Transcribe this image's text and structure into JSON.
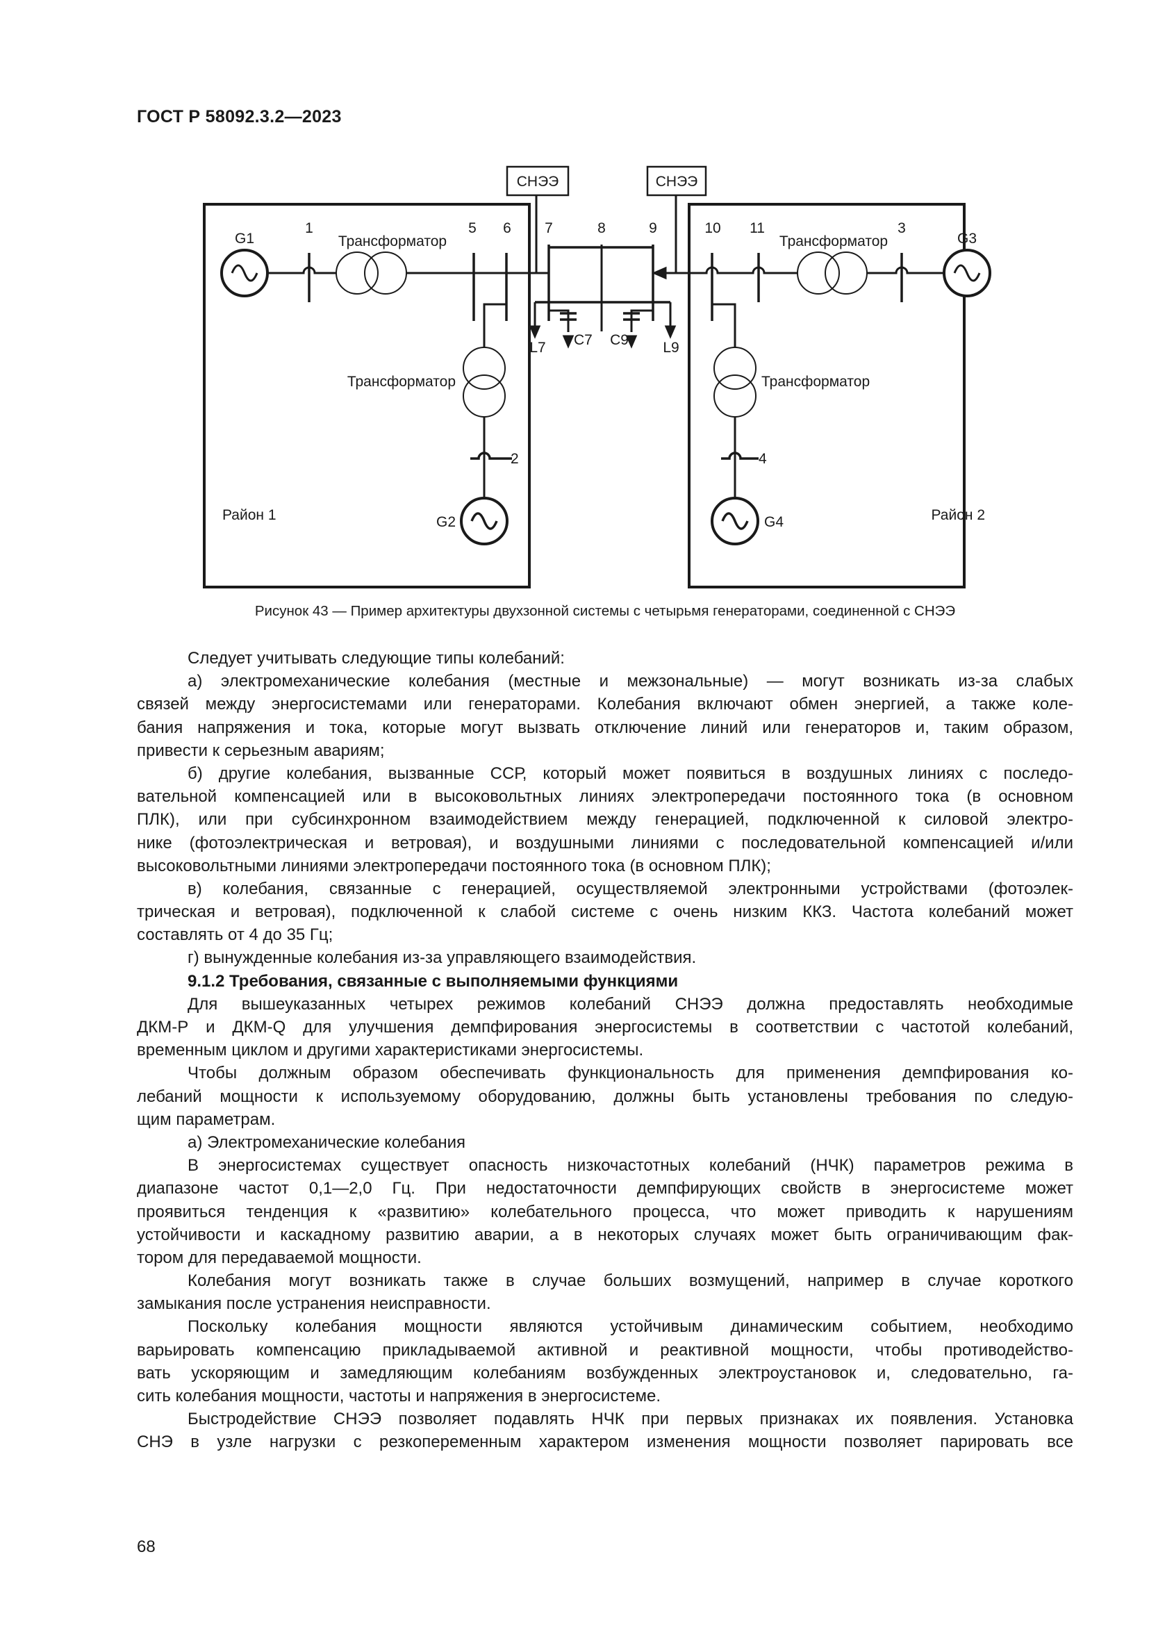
{
  "header": {
    "doc_id": "ГОСТ Р 58092.3.2—2023"
  },
  "figure": {
    "storage_labels": [
      "СНЭЭ",
      "СНЭЭ"
    ],
    "generators": [
      "G1",
      "G2",
      "G3",
      "G4"
    ],
    "buses": [
      "1",
      "2",
      "3",
      "4",
      "5",
      "6",
      "7",
      "8",
      "9",
      "10",
      "11"
    ],
    "transformer_label": "Трансформатор",
    "loads": [
      "L7",
      "L9"
    ],
    "capacitors": [
      "C7",
      "C9"
    ],
    "areas": [
      "Район 1",
      "Район 2"
    ],
    "caption": "Рисунок 43 — Пример архитектуры двухзонной системы с четырьмя генераторами, соединенной с СНЭЭ"
  },
  "paragraphs": [
    {
      "lines": [
        "Следует учитывать следующие типы колебаний:"
      ]
    },
    {
      "lines": [
        "а) электромеханические колебания (местные и межзональные) — могут возникать из-за слабых",
        "связей между энергосистемами или генераторами. Колебания включают обмен энергией, а также коле-",
        "бания напряжения и тока, которые могут вызвать отключение линий или генераторов и, таким образом,",
        "привести к серьезным авариям;"
      ]
    },
    {
      "lines": [
        "б) другие колебания, вызванные ССР, который может появиться в воздушных линиях с последо-",
        "вательной компенсацией или в высоковольтных линиях электропередачи постоянного тока (в основном",
        "ПЛК), или при субсинхронном взаимодействием между генерацией, подключенной к силовой электро-",
        "нике (фотоэлектрическая и ветровая), и воздушными линиями с последовательной компенсацией и/или",
        "высоковольтными линиями электропередачи постоянного тока (в основном ПЛК);"
      ]
    },
    {
      "lines": [
        "в) колебания, связанные с генерацией, осуществляемой электронными устройствами (фотоэлек-",
        "трическая и ветровая), подключенной к слабой системе с очень низким ККЗ. Частота колебаний может",
        "составлять от 4 до 35 Гц;"
      ]
    },
    {
      "lines": [
        "г) вынужденные колебания из-за управляющего взаимодействия."
      ]
    },
    {
      "bold": true,
      "lines": [
        "9.1.2 Требования, связанные с выполняемыми функциями"
      ]
    },
    {
      "lines": [
        "Для вышеуказанных четырех режимов колебаний СНЭЭ должна предоставлять необходимые",
        "ДКМ-Р и ДКМ-Q для улучшения демпфирования энергосистемы в соответствии с частотой колебаний,",
        "временным циклом и другими характеристиками энергосистемы."
      ]
    },
    {
      "lines": [
        "Чтобы должным образом обеспечивать функциональность для применения демпфирования ко-",
        "лебаний мощности к используемому оборудованию, должны быть установлены требования по следую-",
        "щим параметрам."
      ]
    },
    {
      "lines": [
        "а) Электромеханические колебания"
      ]
    },
    {
      "lines": [
        "В энергосистемах существует опасность низкочастотных колебаний (НЧК) параметров режима в",
        "диапазоне частот 0,1—2,0 Гц. При недостаточности демпфирующих свойств в энергосистеме может",
        "проявиться тенденция к «развитию» колебательного процесса, что может приводить к нарушениям",
        "устойчивости и каскадному развитию аварии, а в некоторых случаях может быть ограничивающим фак-",
        "тором для передаваемой мощности."
      ]
    },
    {
      "lines": [
        "Колебания могут возникать также в случае больших возмущений, например в случае короткого",
        "замыкания после устранения неисправности."
      ]
    },
    {
      "lines": [
        "Поскольку колебания мощности являются устойчивым динамическим событием, необходимо",
        "варьировать компенсацию прикладываемой активной и реактивной мощности, чтобы противодейство-",
        "вать ускоряющим и замедляющим колебаниям возбужденных электроустановок и, следовательно, га-",
        "сить колебания мощности, частоты и напряжения в энергосистеме."
      ]
    },
    {
      "continues": true,
      "lines": [
        "Быстродействие СНЭЭ позволяет подавлять НЧК при первых признаках их появления. Установка",
        "СНЭ в узле нагрузки с резкопеременным характером изменения мощности позволяет парировать все"
      ]
    }
  ],
  "footer": {
    "page_number": "68"
  }
}
